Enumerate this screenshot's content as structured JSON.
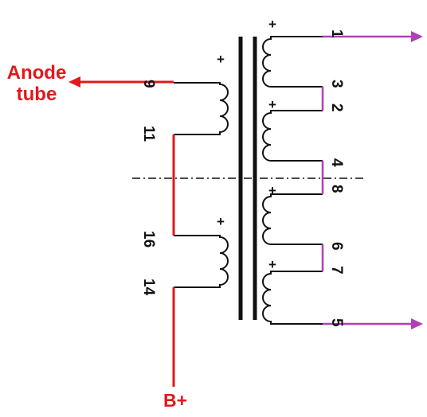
{
  "labels": {
    "anode_line1": "Anode",
    "anode_line2": "tube",
    "bplus": "B+"
  },
  "primary_pins": [
    "9",
    "11",
    "16",
    "14"
  ],
  "secondary_pins": [
    "1",
    "3",
    "2",
    "4",
    "8",
    "6",
    "7",
    "5"
  ],
  "polarity_mark": "+",
  "colors": {
    "high_voltage": "#e0191d",
    "output": "#b23fb8",
    "winding": "#111111"
  }
}
